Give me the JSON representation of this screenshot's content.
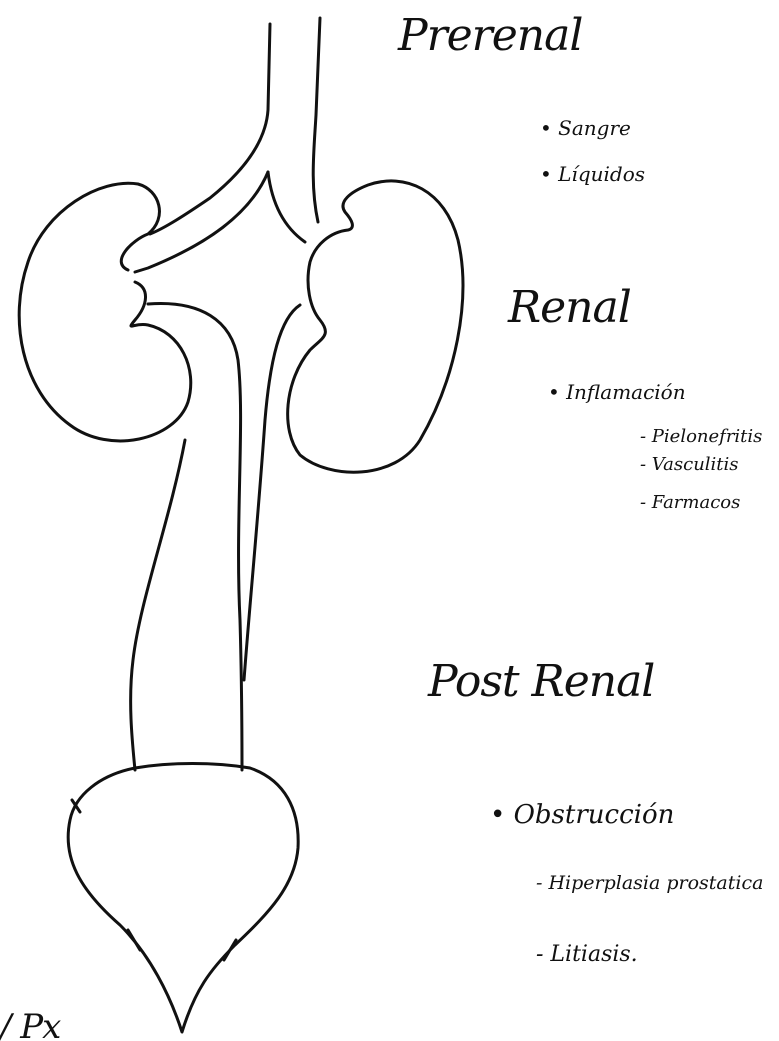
{
  "diagram": {
    "stroke_color": "#111111",
    "sections": {
      "prerenal": {
        "title": "Prerenal",
        "items": [
          "• Sangre",
          "• Líquidos"
        ]
      },
      "renal": {
        "title": "Renal",
        "item": "• Inflamación",
        "subitems": [
          "- Pielonefritis",
          "- Vasculitis",
          "- Farmacos"
        ]
      },
      "postrenal": {
        "title": "Post Renal",
        "item": "• Obstrucción",
        "subitems": [
          "- Hiperplasia prostatica",
          "- Litiasis."
        ]
      }
    },
    "corner_mark": "/ Px"
  }
}
